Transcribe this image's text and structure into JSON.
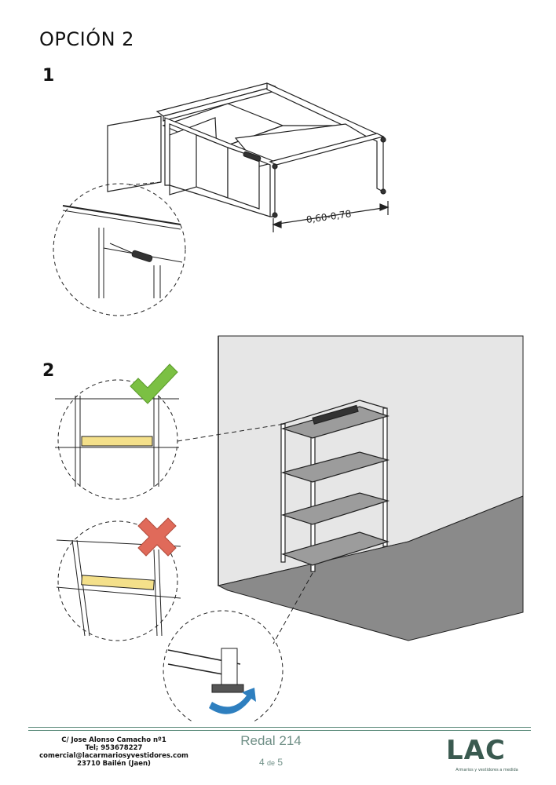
{
  "title": "OPCIÓN 2",
  "steps": [
    "1",
    "2"
  ],
  "dimension_label": "0,60-0,78",
  "footer": {
    "address_lines": [
      "C/ Jose Alonso Camacho nº1",
      "Tel; 953678227",
      "comercial@lacarmariosyvestidores.com",
      "23710 Bailén (Jaen)"
    ],
    "product": "Redal 214",
    "page_current": "4",
    "page_sep": "de",
    "page_total": "5",
    "logo": "LAC",
    "tagline": "Armarios y vestidores a medida"
  },
  "colors": {
    "accent": "#6f8f86",
    "check": "#7bc043",
    "cross": "#e06a5a",
    "arrow": "#2e7fbf",
    "wall": "#e6e6e6",
    "floor": "#8a8a8a"
  }
}
